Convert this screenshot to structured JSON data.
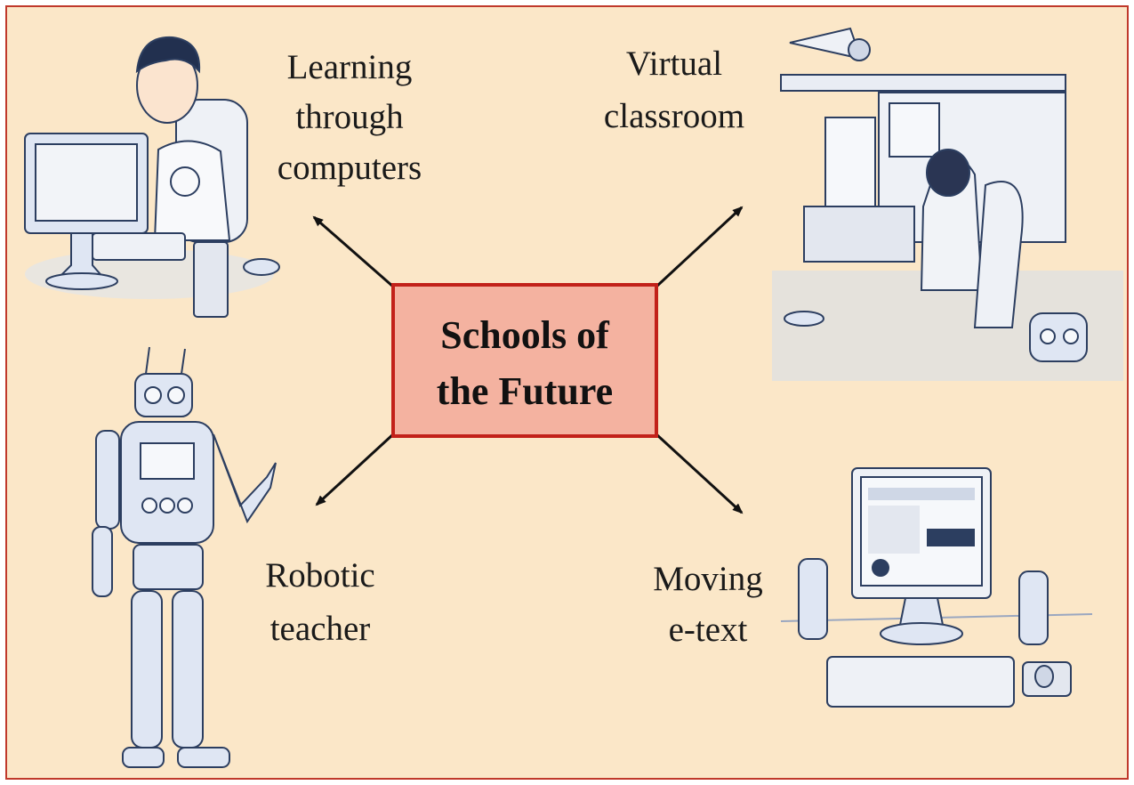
{
  "diagram": {
    "center": {
      "line1": "Schools of",
      "line2": "the Future"
    },
    "branches": {
      "top_left": {
        "line1": "Learning",
        "line2": "through",
        "line3": "computers",
        "illustration": "boy-at-computer"
      },
      "top_right": {
        "line1": "Virtual",
        "line2": "classroom",
        "illustration": "student-virtual-classroom"
      },
      "bottom_left": {
        "line1": "Robotic",
        "line2": "teacher",
        "illustration": "robot-teacher"
      },
      "bottom_right": {
        "line1": "Moving",
        "line2": "e-text",
        "illustration": "desktop-computer"
      }
    }
  },
  "colors": {
    "background": "#fbe7c8",
    "center_box": "#f4b2a0",
    "center_border": "#c2211a",
    "frame_border": "#c0392b",
    "sketch_ink": "#2c3e60",
    "sketch_fill": "#dfe6f3"
  }
}
